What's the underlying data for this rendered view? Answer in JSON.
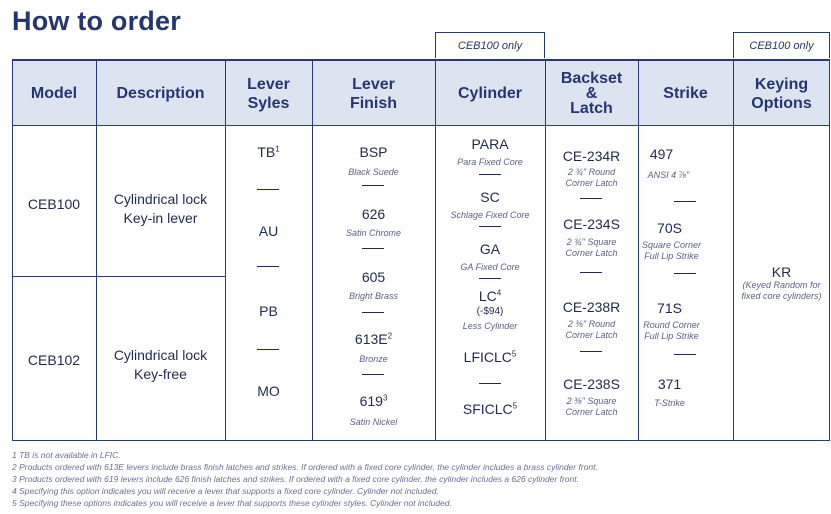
{
  "title": "How to order",
  "tags": {
    "cylinder": "CEB100 only",
    "keying": "CEB100 only"
  },
  "headers": {
    "model": "Model",
    "description": "Description",
    "lever_styles_1": "Lever",
    "lever_styles_2": "Syles",
    "lever_finish_1": "Lever",
    "lever_finish_2": "Finish",
    "cylinder": "Cylinder",
    "backset_1": "Backset",
    "backset_2": "&",
    "backset_3": "Latch",
    "strike": "Strike",
    "keying_1": "Keying",
    "keying_2": "Options"
  },
  "models": [
    {
      "code": "CEB100",
      "desc1": "Cylindrical lock",
      "desc2": "Key-in lever"
    },
    {
      "code": "CEB102",
      "desc1": "Cylindrical lock",
      "desc2": "Key-free"
    }
  ],
  "lever_styles": [
    {
      "code": "TB",
      "sup": "1"
    },
    {
      "code": "AU",
      "sup": ""
    },
    {
      "code": "PB",
      "sup": ""
    },
    {
      "code": "MO",
      "sup": ""
    }
  ],
  "lever_finishes": [
    {
      "code": "BSP",
      "sup": "",
      "name": "Black Suede"
    },
    {
      "code": "626",
      "sup": "",
      "name": "Satin Chrome"
    },
    {
      "code": "605",
      "sup": "",
      "name": "Bright Brass"
    },
    {
      "code": "613E",
      "sup": "2",
      "name": "Bronze"
    },
    {
      "code": "619",
      "sup": "3",
      "name": "Satin Nickel"
    }
  ],
  "cylinders": [
    {
      "code": "PARA",
      "sup": "",
      "extra": "",
      "name": "Para Fixed Core"
    },
    {
      "code": "SC",
      "sup": "",
      "extra": "",
      "name": "Schlage Fixed Core"
    },
    {
      "code": "GA",
      "sup": "",
      "extra": "",
      "name": "GA Fixed Core"
    },
    {
      "code": "LC",
      "sup": "4",
      "extra": "(-$94)",
      "name": "Less Cylinder"
    },
    {
      "code": "LFICLC",
      "sup": "5",
      "extra": "",
      "name": ""
    },
    {
      "code": "SFICLC",
      "sup": "5",
      "extra": "",
      "name": ""
    }
  ],
  "backsets": [
    {
      "code": "CE-234R",
      "line1": "2 ¾\" Round",
      "line2": "Corner Latch"
    },
    {
      "code": "CE-234S",
      "line1": "2 ¾\" Square",
      "line2": "Corner Latch"
    },
    {
      "code": "CE-238R",
      "line1": "2 ⅜\" Round",
      "line2": "Corner Latch"
    },
    {
      "code": "CE-238S",
      "line1": "2 ⅜\" Square",
      "line2": "Corner Latch"
    }
  ],
  "strikes": [
    {
      "code": "497",
      "line1": "ANSI 4 ⅞\"",
      "line2": ""
    },
    {
      "code": "70S",
      "line1": "Square Corner",
      "line2": "Full Lip Strike"
    },
    {
      "code": "71S",
      "line1": "Round Corner",
      "line2": "Full Lip Strike"
    },
    {
      "code": "371",
      "line1": "T-Strike",
      "line2": ""
    }
  ],
  "keying": {
    "code": "KR",
    "line1": "(Keyed Random for",
    "line2": "fixed core cylinders)"
  },
  "footnotes": [
    "1 TB is not available in LFIC.",
    "2 Products ordered with 613E levers include brass finish latches and strikes. If ordered with a fixed core cylinder, the cylinder includes a brass cylinder front.",
    "3 Products ordered with 619 levers include 626 finish latches and strikes. If ordered with a fixed core cylinder, the cylinder includes a 626 cylinder front.",
    "4 Specifying this option indicates you will receive a lever that supports a fixed core cylinder. Cylinder not included.",
    "5 Specifying these options indicates you will receive a lever that supports these cylinder styles. Cylinder not included."
  ]
}
